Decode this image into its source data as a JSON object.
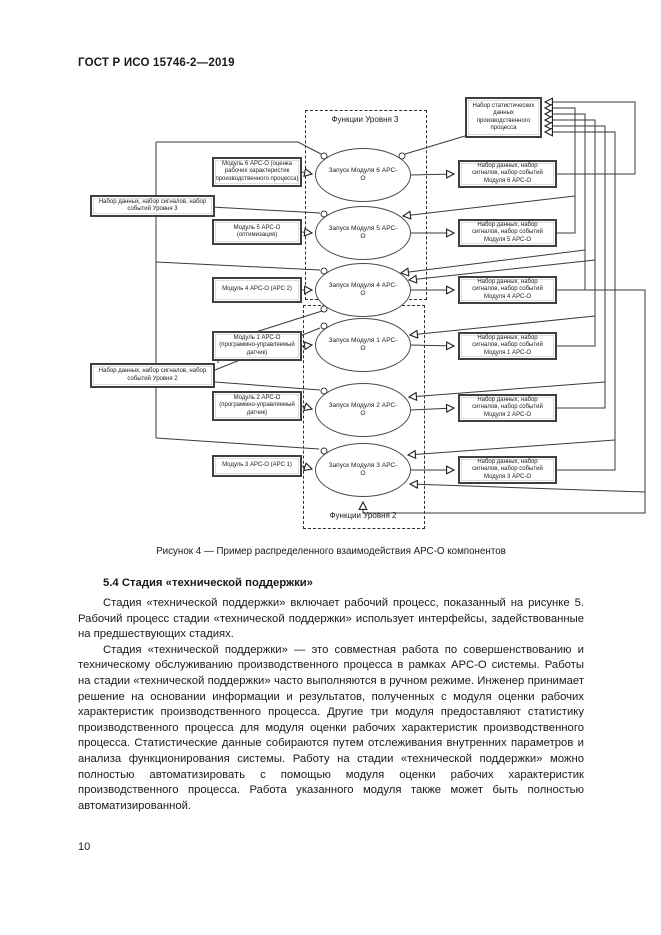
{
  "page": {
    "header": "ГОСТ Р ИСО 15746-2—2019",
    "page_number": "10"
  },
  "figure": {
    "caption": "Рисунок 4 — Пример распределенного взаимодействия АРС-О компонентов",
    "zones": {
      "level3": "Функции Уровня 3",
      "level2": "Функции Уровня 2"
    },
    "stats_box": "Набор статистических данных производственного процесса",
    "left_sets": [
      {
        "label": "Набор данных, набор сигналов, набор событий Уровня 3"
      },
      {
        "label": "Набор данных, набор сигналов, набор событий Уровня 2"
      }
    ],
    "modules": [
      {
        "label": "Модуль 6 АРС-О (оценка рабочих характеристик производственного процесса)"
      },
      {
        "label": "Модуль 5 АРС-О (оптимизация)"
      },
      {
        "label": "Модуль 4 АРС-О (АРС 2)"
      },
      {
        "label": "Модуль 1 АРС-О (программно-управляемый датчик)"
      },
      {
        "label": "Модуль 2 АРС-О (программно-управляемый датчик)"
      },
      {
        "label": "Модуль 3 АРС-О (АРС 1)"
      }
    ],
    "launches": [
      {
        "label": "Запуск Модуля 6 АРС-О"
      },
      {
        "label": "Запуск Модуля 5 АРС-О"
      },
      {
        "label": "Запуск Модуля 4 АРС-О"
      },
      {
        "label": "Запуск Модуля 1 АРС-О"
      },
      {
        "label": "Запуск Модуля 2 АРС-О"
      },
      {
        "label": "Запуск Модуля 3 АРС-О"
      }
    ],
    "right_sets": [
      {
        "label": "Набор данных, набор сигналов, набор событий Модуля 6 АРС-О"
      },
      {
        "label": "Набор данных, набор сигналов, набор событий Модуля 5 АРС-О"
      },
      {
        "label": "Набор данных, набор сигналов, набор событий Модуля 4 АРС-О"
      },
      {
        "label": "Набор данных, набор сигналов, набор событий Модуля 1 АРС-О"
      },
      {
        "label": "Набор данных, набор сигналов, набор событий Модуля 2 АРС-О"
      },
      {
        "label": "Набор данных, набор сигналов, набор событий Модуля 3 АРС-О"
      }
    ]
  },
  "section": {
    "heading": "5.4 Стадия «технической поддержки»",
    "paragraphs": [
      "Стадия «технической поддержки» включает рабочий процесс, показанный на рисунке 5. Рабочий процесс стадии «технической поддержки» использует интерфейсы, задействованные на предшествующих стадиях.",
      "Стадия «технической поддержки» — это совместная работа по совершенствованию и техническому обслуживанию производственного процесса в рамках АРС-О системы. Работы на стадии «технической поддержки» часто выполняются в ручном режиме. Инженер принимает решение на основании информации и результатов, полученных с модуля оценки рабочих характеристик производственного процесса. Другие три модуля предоставляют статистику производственного процесса для модуля оценки рабочих характеристик производственного процесса. Статистические данные собираются путем отслеживания внутренних параметров и анализа функционирования системы. Работу на стадии «технической поддержки» можно полностью автоматизировать с помощью модуля оценки рабочих характеристик производственного процесса. Работа указанного модуля также может быть полностью автоматизированной."
    ]
  }
}
